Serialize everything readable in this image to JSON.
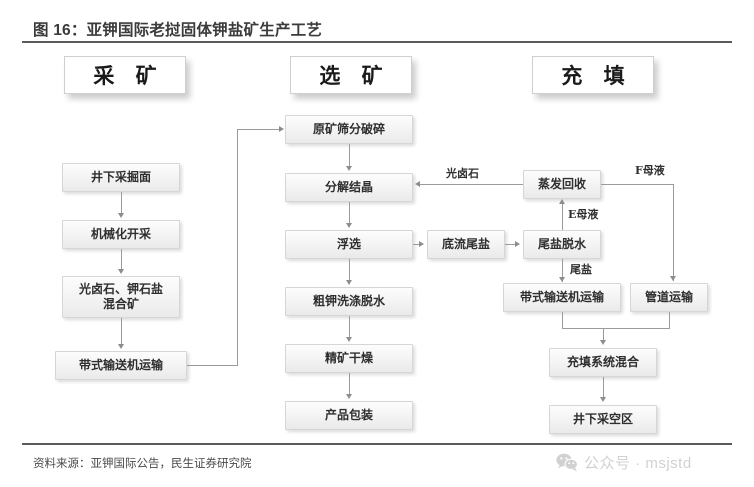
{
  "header": {
    "figure_title": "图 16：亚钾国际老挝固体钾盐矿生产工艺"
  },
  "footer": {
    "source": "资料来源：亚钾国际公告，民生证券研究院",
    "watermark_text": "公众号 · msjstd",
    "watermark_icon": "wechat-icon"
  },
  "sections": [
    {
      "label": "采 矿"
    },
    {
      "label": "选 矿"
    },
    {
      "label": "充 填"
    }
  ],
  "nodes": {
    "mining": [
      {
        "id": "n1",
        "label": "井下采掘面"
      },
      {
        "id": "n2",
        "label": "机械化开采"
      },
      {
        "id": "n3",
        "label": "光卤石、钾石盐\n混合矿"
      },
      {
        "id": "n4",
        "label": "带式输送机运输"
      }
    ],
    "processing": [
      {
        "id": "p1",
        "label": "原矿筛分破碎"
      },
      {
        "id": "p2",
        "label": "分解结晶"
      },
      {
        "id": "p3",
        "label": "浮选"
      },
      {
        "id": "p4",
        "label": "粗钾洗涤脱水"
      },
      {
        "id": "p5",
        "label": "精矿干燥"
      },
      {
        "id": "p6",
        "label": "产品包装"
      }
    ],
    "tailings": [
      {
        "id": "t1",
        "label": "底流尾盐"
      },
      {
        "id": "t2",
        "label": "尾盐脱水"
      },
      {
        "id": "t3",
        "label": "蒸发回收"
      }
    ],
    "backfill": [
      {
        "id": "b1",
        "label": "带式输送机运输"
      },
      {
        "id": "b2",
        "label": "管道运输"
      },
      {
        "id": "b3",
        "label": "充填系统混合"
      },
      {
        "id": "b4",
        "label": "井下采空区"
      }
    ]
  },
  "edge_labels": {
    "carnallite": "光卤石",
    "f_liquor": "F母液",
    "e_liquor": "E母液",
    "tail_salt": "尾盐"
  },
  "colors": {
    "rule": "#5a5a5a",
    "box_border": "#d6d6d6",
    "connector": "#9b9b9b",
    "title_text": "#3b3b3b"
  }
}
